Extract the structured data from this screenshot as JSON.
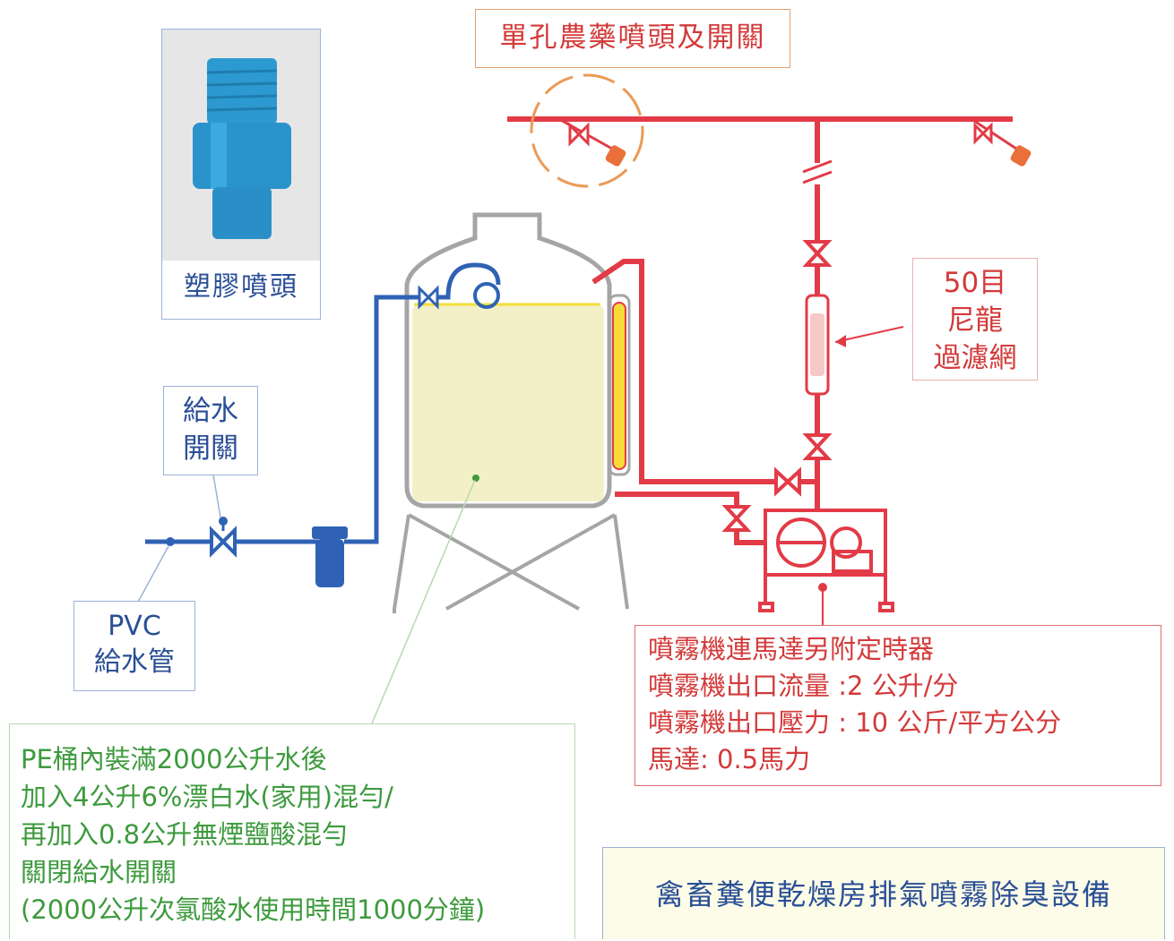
{
  "colors": {
    "blue_pipe": "#2f62b4",
    "red_pipe": "#e23b47",
    "tank_outline": "#a5a5a5",
    "water": "#f3efc6",
    "water_line": "#f2df3a",
    "sight_glass": "#f6dc38",
    "orange_highlight": "#eb9a56",
    "green_text": "#3d9a3d",
    "blue_text": "#2a4f96",
    "red_text": "#d33a3a"
  },
  "photo": {
    "caption": "塑膠噴頭"
  },
  "labels": {
    "nozzle_switch": "單孔農藥噴頭及開關",
    "filter": [
      "50目",
      "尼龍",
      "過濾網"
    ],
    "supply_valve": [
      "給水",
      "開關"
    ],
    "pvc_pipe": [
      "PVC",
      "給水管"
    ],
    "sprayer": [
      "噴霧機連馬達另附定時器",
      "噴霧機出口流量 :2 公升/分",
      "噴霧機出口壓力 : 10 公斤/平方公分",
      "馬達: 0.5馬力"
    ],
    "tank_note": [
      "PE桶內裝滿2000公升水後",
      "加入4公升6%漂白水(家用)混勻/",
      "再加入0.8公升無煙鹽酸混勻",
      "關閉給水開關",
      "(2000公升次氯酸水使用時間1000分鐘)"
    ],
    "title": "禽畜糞便乾燥房排氣噴霧除臭設備"
  }
}
